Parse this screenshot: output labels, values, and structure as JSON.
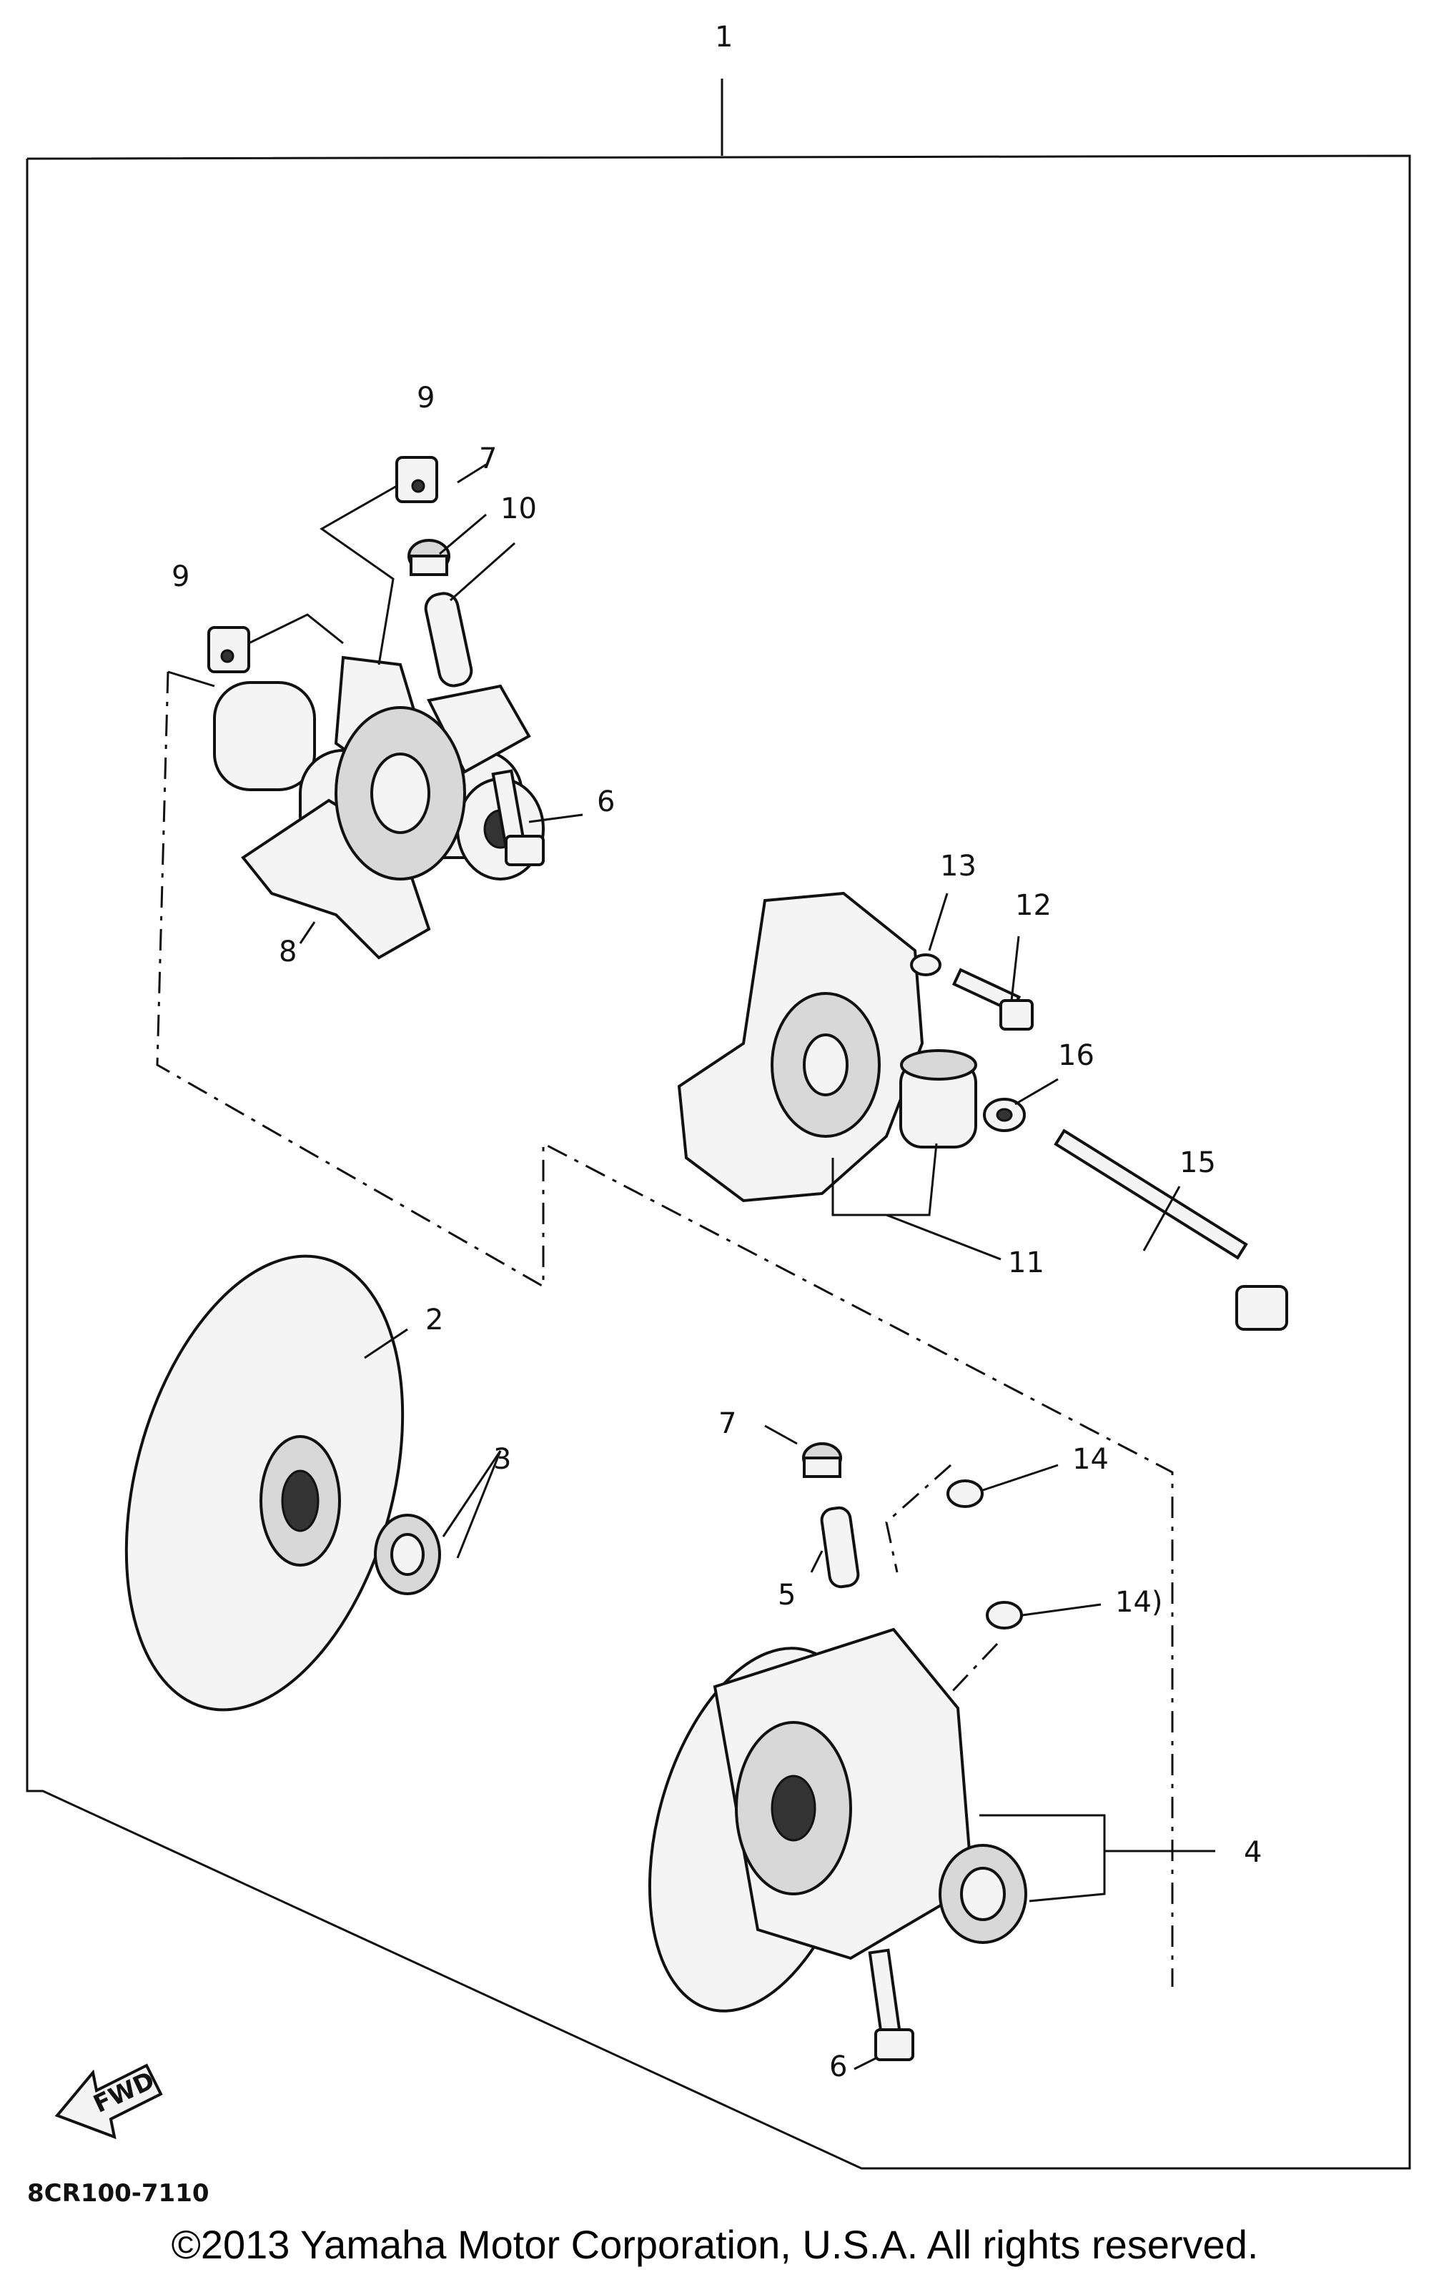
{
  "diagram": {
    "callouts": {
      "c1": "1",
      "c2": "2",
      "c3": "3",
      "c4": "4",
      "c5": "5",
      "c6a": "6",
      "c6b": "6",
      "c7a": "7",
      "c7b": "7",
      "c8": "8",
      "c9a": "9",
      "c9b": "9",
      "c10": "10",
      "c11": "11",
      "c12": "12",
      "c13": "13",
      "c14a": "14",
      "c14b": "14)",
      "c15": "15",
      "c16": "16"
    },
    "fwd_label": "FWD",
    "drawing_code": "8CR100-7110"
  },
  "footer": {
    "copyright": "©2013 Yamaha Motor Corporation, U.S.A. All rights reserved."
  }
}
